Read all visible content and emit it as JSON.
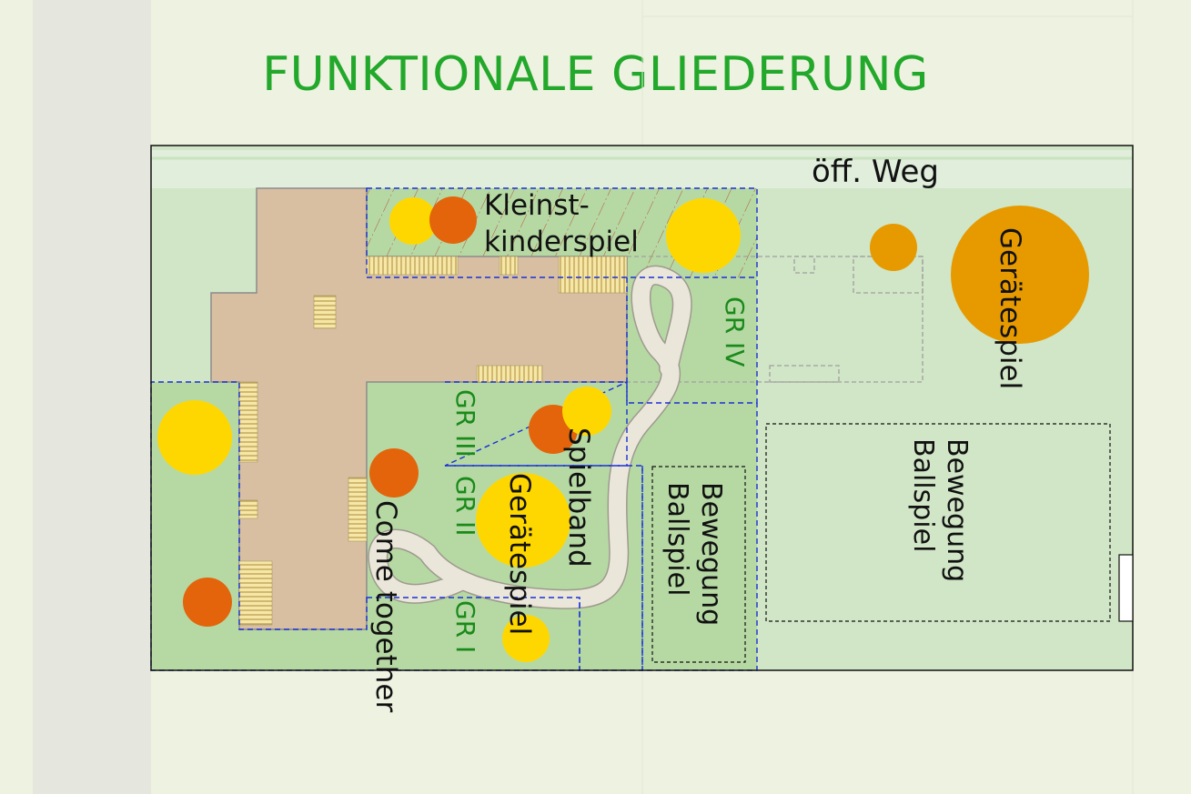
{
  "title": "FUNKTIONALE GLIEDERUNG",
  "labels": {
    "path": "öff. Weg",
    "toddler_line1": "Kleinst-",
    "toddler_line2": "kinderspiel",
    "gr4": "GR IV",
    "gr3": "GR III",
    "gr2": "GR II",
    "gr1": "GR I",
    "spielband": "Spielband",
    "geraetespiel_small": "Gerätespiel",
    "geraetespiel_large": "Gerätespiel",
    "come_together": "Come together",
    "bewegung1_a": "Bewegung",
    "bewegung1_b": "Ballspiel",
    "bewegung2_a": "Bewegung",
    "bewegung2_b": "Ballspiel"
  },
  "colors": {
    "title": "#22a82a",
    "building": "#d8bfa2",
    "lawn": "#b6d9a4",
    "lawn_light": "#d0e6c6",
    "path_band": "#e1eedc",
    "yellow": "#ffd700",
    "orange_dark": "#e3640a",
    "orange_mid": "#e69a00",
    "group_label": "#1a8a1a",
    "dash_blue": "#1a2fd6"
  }
}
